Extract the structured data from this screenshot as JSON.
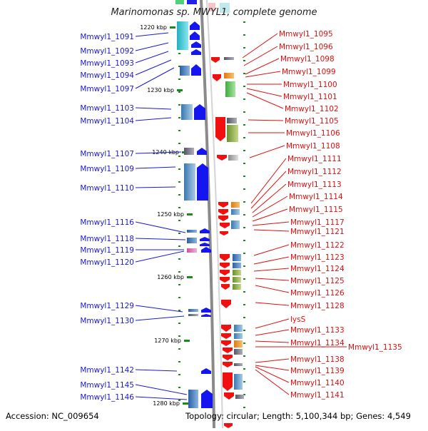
{
  "title": "Marinomonas sp. MWYL1, complete genome",
  "footer": {
    "accession": "Accession: NC_009654",
    "topology": "Topology: circular; Length: 5,100,344 bp; Genes: 4,549"
  },
  "colors": {
    "left_label": "#1a1ad6",
    "right_label": "#e01010",
    "left_arrow": "#1515f0",
    "right_arrow": "#f01010",
    "tick": "#1a8a1a",
    "backbone": "#8a8a8a"
  },
  "ticks": [
    "1220 kbp",
    "1230 kbp",
    "1240 kbp",
    "1250 kbp",
    "1260 kbp",
    "1270 kbp",
    "1280 kbp"
  ],
  "left_labels": [
    "Mmwyl1_1091",
    "Mmwyl1_1092",
    "Mmwyl1_1093",
    "Mmwyl1_1094",
    "Mmwyl1_1097",
    "Mmwyl1_1103",
    "Mmwyl1_1104",
    "Mmwyl1_1107",
    "Mmwyl1_1109",
    "Mmwyl1_1110",
    "Mmwyl1_1116",
    "Mmwyl1_1118",
    "Mmwyl1_1119",
    "Mmwyl1_1120",
    "Mmwyl1_1129",
    "Mmwyl1_1130",
    "Mmwyl1_1142",
    "Mmwyl1_1145",
    "Mmwyl1_1146"
  ],
  "right_labels": [
    "Mmwyl1_1095",
    "Mmwyl1_1096",
    "Mmwyl1_1098",
    "Mmwyl1_1099",
    "Mmwyl1_1100",
    "Mmwyl1_1101",
    "Mmwyl1_1102",
    "Mmwyl1_1105",
    "Mmwyl1_1106",
    "Mmwyl1_1108",
    "Mmwyl1_1111",
    "Mmwyl1_1112",
    "Mmwyl1_1113",
    "Mmwyl1_1114",
    "Mmwyl1_1115",
    "Mmwyl1_1117",
    "Mmwyl1_1121",
    "Mmwyl1_1122",
    "Mmwyl1_1123",
    "Mmwyl1_1124",
    "Mmwyl1_1125",
    "Mmwyl1_1126",
    "Mmwyl1_1128",
    "lysS",
    "Mmwyl1_1133",
    "Mmwyl1_1134",
    "Mmwyl1_1135",
    "Mmwyl1_1138",
    "Mmwyl1_1139",
    "Mmwyl1_1140",
    "Mmwyl1_1141"
  ]
}
